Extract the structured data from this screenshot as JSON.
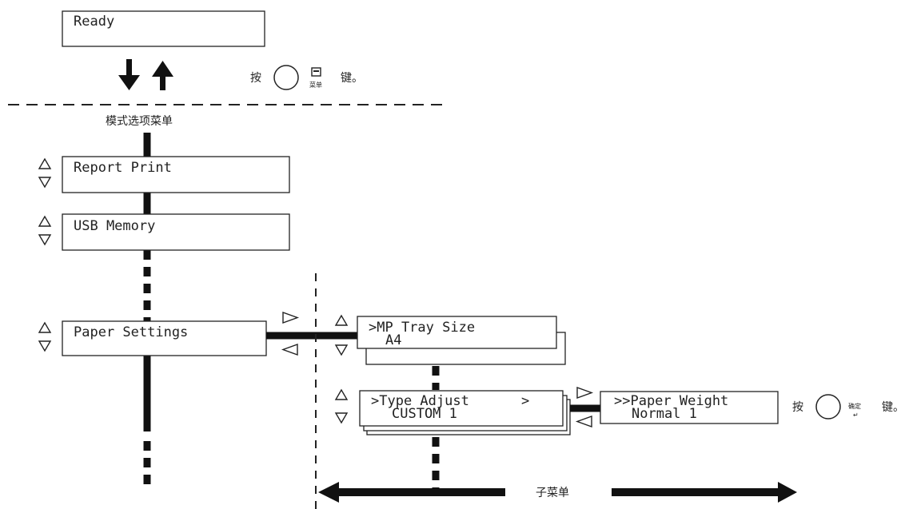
{
  "screens": {
    "ready": "Ready",
    "report_print": "Report Print",
    "usb_memory": "USB Memory",
    "paper_settings": "Paper Settings",
    "mp_tray_size_line1": ">MP Tray Size",
    "mp_tray_size_line2": "A4",
    "type_adjust_line1": ">Type Adjust",
    "type_adjust_arrow": ">",
    "type_adjust_line2": "CUSTOM 1",
    "paper_weight_line1": ">>Paper Weight",
    "paper_weight_line2": "Normal 1"
  },
  "labels": {
    "press_menu_prefix": "按",
    "press_menu_suffix": "键。",
    "menu_key_caption": "菜单",
    "mode_menu": "模式选项菜单",
    "press_ok_prefix": "按",
    "press_ok_suffix": "键。",
    "ok_key_caption": "确定",
    "ok_enter_symbol": "↵",
    "submenu": "子菜单"
  },
  "icons": {
    "up_down_nav": "up-down-triangle-icon",
    "right_left_nav": "right-left-triangle-icon",
    "menu_key": "menu-key-icon",
    "ok_key": "ok-key-icon"
  }
}
